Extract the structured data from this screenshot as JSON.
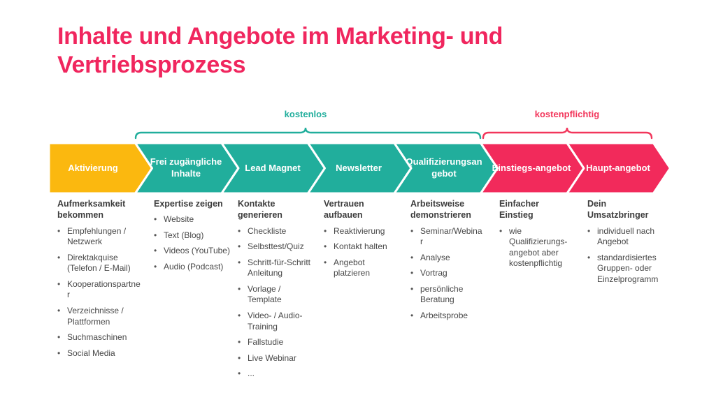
{
  "title": "Inhalte und Angebote im Marketing- und Vertriebsprozess",
  "colors": {
    "title_pink": "#F0265E",
    "arrow_yellow": "#FBB80F",
    "arrow_teal": "#21AE9C",
    "arrow_pink": "#F22A5B",
    "bracket_teal": "#21AE9C",
    "bracket_pink": "#F2365B",
    "heading_dark": "#3D3D3D",
    "body_text": "#474747",
    "arrow_text": "#FFFFFF"
  },
  "brackets": [
    {
      "label": "kostenlos"
    },
    {
      "label": "kostenpflichtig"
    }
  ],
  "stages": [
    {
      "label": "Aktivierung",
      "heading": "Aufmerksamkeit bekommen",
      "items": [
        "Empfehlungen / Netzwerk",
        "Direktakquise (Telefon / E-Mail)",
        "Kooperationspartner",
        "Verzeichnisse / Plattformen",
        "Suchmaschinen",
        "Social Media"
      ]
    },
    {
      "label": "Frei zugängliche Inhalte",
      "heading": "Expertise zeigen",
      "items": [
        "Website",
        "Text (Blog)",
        "Videos (YouTube)",
        "Audio (Podcast)"
      ]
    },
    {
      "label": "Lead Magnet",
      "heading": "Kontakte generieren",
      "items": [
        "Checkliste",
        "Selbsttest/Quiz",
        "Schritt-für-Schritt Anleitung",
        "Vorlage / Template",
        "Video- / Audio-Training",
        "Fallstudie",
        "Live Webinar",
        "..."
      ]
    },
    {
      "label": "Newsletter",
      "heading": "Vertrauen aufbauen",
      "items": [
        "Reaktivierung",
        "Kontakt halten",
        "Angebot platzieren"
      ]
    },
    {
      "label": "Qualifizierungsangebot",
      "heading": "Arbeitsweise demonstrieren",
      "items": [
        "Seminar/Webinar",
        "Analyse",
        "Vortrag",
        "persönliche Beratung",
        "Arbeitsprobe"
      ]
    },
    {
      "label": "Einstiegs-angebot",
      "heading": "Einfacher Einstieg",
      "items": [
        "wie Qualifizierungs-angebot aber kostenpflichtig"
      ]
    },
    {
      "label": "Haupt-angebot",
      "heading": "Dein Umsatzbringer",
      "items": [
        "individuell nach Angebot",
        "standardisiertes Gruppen- oder Einzelprogramm"
      ]
    }
  ]
}
